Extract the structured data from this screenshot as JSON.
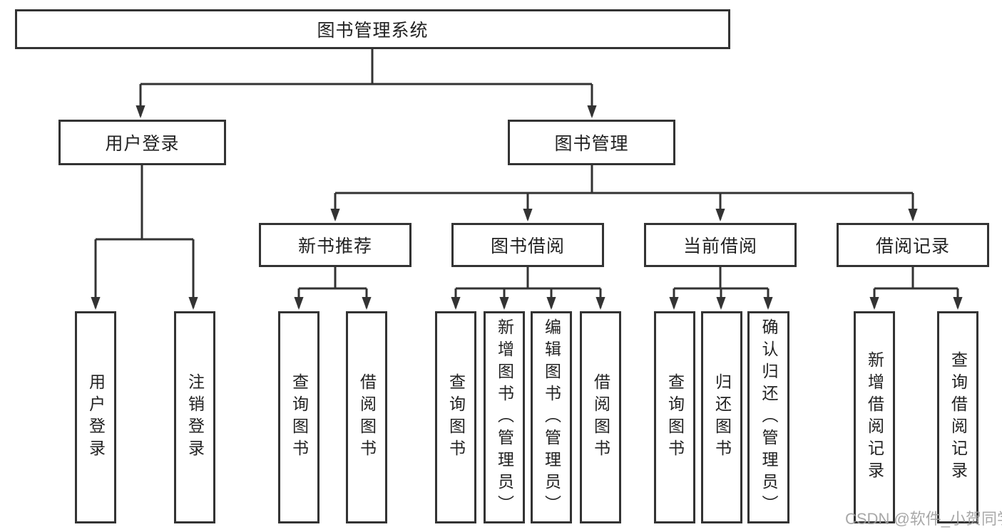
{
  "diagram": {
    "title": "图书管理系统",
    "tree": {
      "root": {
        "label": "图书管理系统",
        "children": [
          {
            "label": "用户登录",
            "children": [
              {
                "label": "用户登录"
              },
              {
                "label": "注销登录"
              }
            ]
          },
          {
            "label": "图书管理",
            "children": [
              {
                "label": "新书推荐",
                "children": [
                  {
                    "label": "查询图书"
                  },
                  {
                    "label": "借阅图书"
                  }
                ]
              },
              {
                "label": "图书借阅",
                "children": [
                  {
                    "label": "查询图书"
                  },
                  {
                    "label": "新增图书（管理员）"
                  },
                  {
                    "label": "编辑图书（管理员）"
                  },
                  {
                    "label": "借阅图书"
                  }
                ]
              },
              {
                "label": "当前借阅",
                "children": [
                  {
                    "label": "查询图书"
                  },
                  {
                    "label": "归还图书"
                  },
                  {
                    "label": "确认归还（管理员）"
                  }
                ]
              },
              {
                "label": "借阅记录",
                "children": [
                  {
                    "label": "新增借阅记录"
                  },
                  {
                    "label": "查询借阅记录"
                  }
                ]
              }
            ]
          }
        ]
      }
    },
    "watermark": "CSDN @软件_小贺同学",
    "colors": {
      "line": "#333333",
      "border": "#333333",
      "text": "#222222",
      "watermark": "#9e9e9e",
      "background": "#ffffff"
    }
  }
}
